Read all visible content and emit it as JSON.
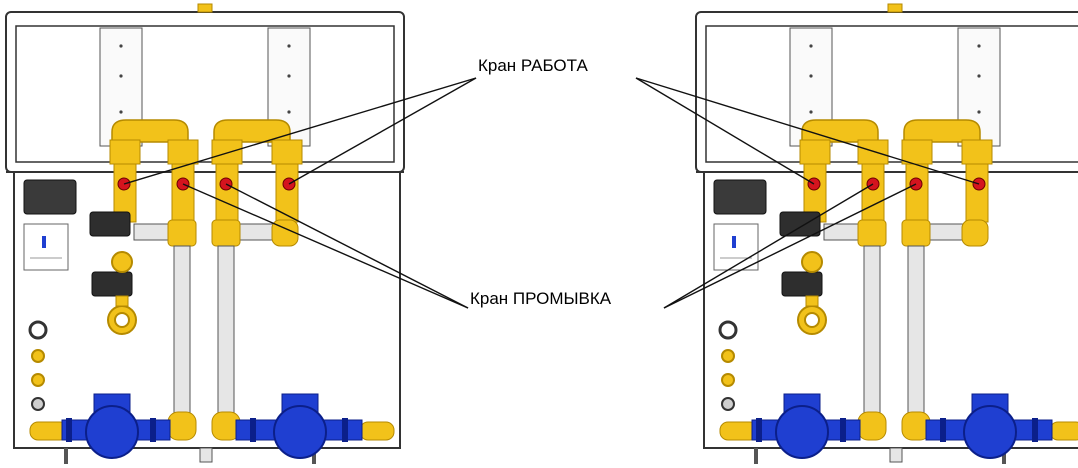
{
  "callouts": {
    "work_valve": "Кран РАБОТА",
    "flush_valve": "Кран ПРОМЫВКА"
  },
  "colors": {
    "brass": "#f2c21a",
    "brass_dark": "#b58a00",
    "pump_blue": "#1f3fd1",
    "pump_blue_dark": "#0b1f8a",
    "valve_red": "#d4141e",
    "housing_line": "#333333",
    "coil_black": "#2e2e2e",
    "pipe_steel": "#e6e6e6"
  },
  "units": [
    {
      "name": "left-unit"
    },
    {
      "name": "right-unit"
    }
  ]
}
